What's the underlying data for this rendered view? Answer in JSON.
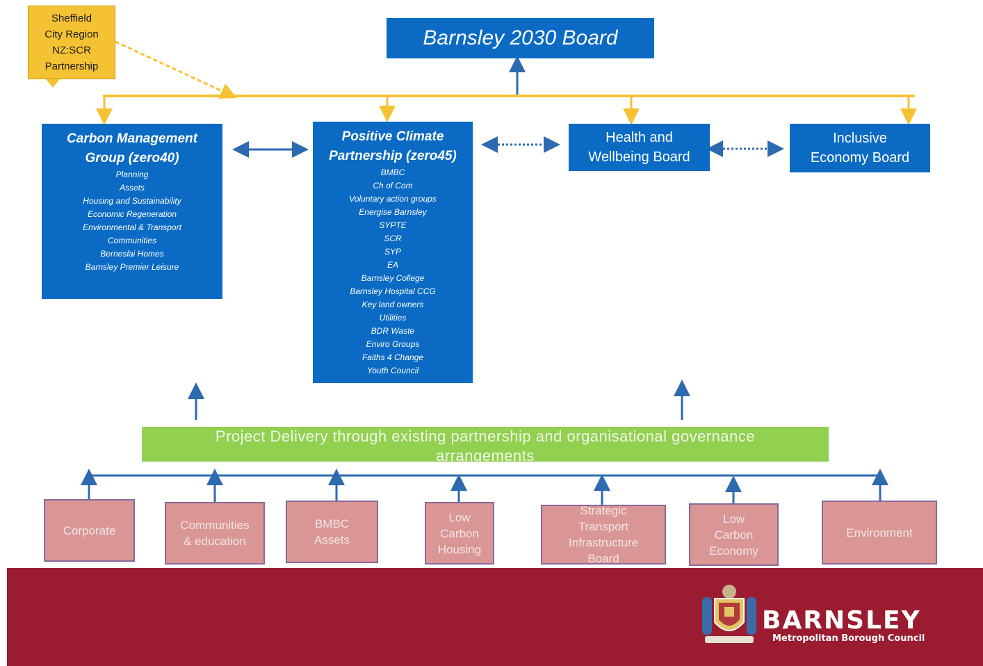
{
  "callout": {
    "lines": [
      "Sheffield",
      "City Region",
      "NZ:SCR",
      "Partnership"
    ]
  },
  "board": {
    "title": "Barnsley 2030 Board"
  },
  "carbon": {
    "title_lines": [
      "Carbon Management",
      "Group (zero40)"
    ],
    "items": [
      "Planning",
      "Assets",
      "Housing and Sustainability",
      "Economic Regeneration",
      "Environmental & Transport",
      "Communities",
      "Berneslai Homes",
      "Barnsley Premier Leisure"
    ]
  },
  "climate": {
    "title_lines": [
      "Positive Climate",
      "Partnership (zero45)"
    ],
    "items": [
      "BMBC",
      "Ch of Com",
      "Voluntary action groups",
      "Energise Barnsley",
      "SYPTE",
      "SCR",
      "SYP",
      "EA",
      "Barnsley College",
      "Barnsley Hospital CCG",
      "Key land owners",
      "Utilities",
      "BDR Waste",
      "Enviro Groups",
      "Faiths 4 Change",
      "Youth Council"
    ]
  },
  "health": {
    "lines": [
      "Health and",
      "Wellbeing Board"
    ]
  },
  "economy": {
    "lines": [
      "Inclusive",
      "Economy Board"
    ]
  },
  "delivery": {
    "lines": [
      "Project Delivery through existing partnership and organisational governance",
      "arrangements"
    ]
  },
  "projects": [
    {
      "lines": [
        "Corporate"
      ]
    },
    {
      "lines": [
        "Communities",
        "& education"
      ]
    },
    {
      "lines": [
        "BMBC",
        "Assets"
      ]
    },
    {
      "lines": [
        "Low",
        "Carbon",
        "Housing"
      ]
    },
    {
      "lines": [
        "Strategic",
        "Transport",
        "Infrastructure",
        "Board"
      ]
    },
    {
      "lines": [
        "Low",
        "Carbon",
        "Economy"
      ]
    },
    {
      "lines": [
        "Environment"
      ]
    }
  ],
  "logo": {
    "name": "BARNSLEY",
    "subtitle": "Metropolitan Borough Council"
  },
  "colors": {
    "blue": "#0a6ac4",
    "gold": "#f5c233",
    "green": "#92d050",
    "pink": "#d99694",
    "maroon": "#9b1c30",
    "connector": "#2e6ab0"
  }
}
